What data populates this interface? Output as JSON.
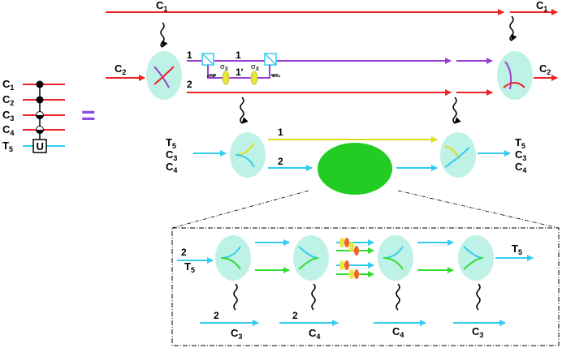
{
  "circuit": {
    "lines": [
      {
        "name": "C",
        "sub": "1"
      },
      {
        "name": "C",
        "sub": "2"
      },
      {
        "name": "C",
        "sub": "3"
      },
      {
        "name": "C",
        "sub": "4"
      },
      {
        "name": "T",
        "sub": "5"
      }
    ],
    "gate_label": "U"
  },
  "equals_sign": "=",
  "top_section": {
    "c1_in": {
      "name": "C",
      "sub": "1"
    },
    "c1_out": {
      "name": "C",
      "sub": "1"
    },
    "c2_in": {
      "name": "C",
      "sub": "2"
    },
    "c2_out": {
      "name": "C",
      "sub": "2"
    },
    "path_1": "1",
    "path_1_mid": "1",
    "path_1_prime": "1'",
    "path_2": "2",
    "sigma": "σ",
    "sigma_sub": "x"
  },
  "middle_section": {
    "inputs": [
      {
        "name": "T",
        "sub": "5"
      },
      {
        "name": "C",
        "sub": "3"
      },
      {
        "name": "C",
        "sub": "4"
      }
    ],
    "outputs": [
      {
        "name": "T",
        "sub": "5"
      },
      {
        "name": "C",
        "sub": "3"
      },
      {
        "name": "C",
        "sub": "4"
      }
    ],
    "path_1": "1",
    "path_2": "2"
  },
  "zoom_box": {
    "input_num": "2",
    "input": {
      "name": "T",
      "sub": "5"
    },
    "output": {
      "name": "T",
      "sub": "5"
    },
    "bottom_labels": [
      {
        "num": "2",
        "name": "C",
        "sub": "3"
      },
      {
        "num": "2",
        "name": "C",
        "sub": "4"
      },
      {
        "num": "",
        "name": "C",
        "sub": "4"
      },
      {
        "num": "",
        "name": "C",
        "sub": "3"
      }
    ]
  },
  "colors": {
    "red": "#ee2222",
    "purple": "#9a3fd0",
    "cyan": "#33ccee",
    "yellow": "#dddd22",
    "green": "#33dd33",
    "ellipse_fill": "#bff2e6",
    "big_green": "#22cc22",
    "waveplate": "#e8e83a",
    "pbs": "#33ccee",
    "equals": "#8a4fe0"
  }
}
